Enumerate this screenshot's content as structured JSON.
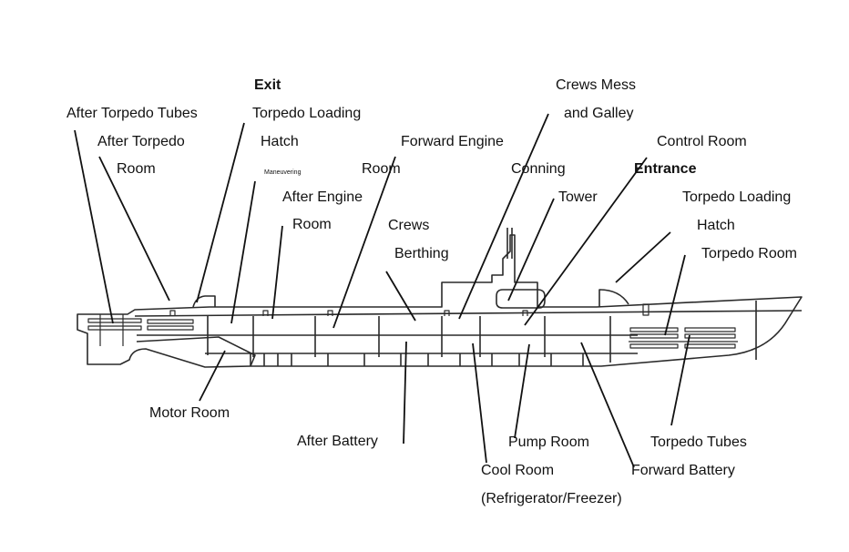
{
  "title": "Submarine Cutaway Diagram",
  "colors": {
    "line": "#111111",
    "hull": "#2a2a2a",
    "background": "#ffffff"
  },
  "labels": {
    "exit": "Exit",
    "after_torpedo_tubes": "After Torpedo Tubes",
    "after_torpedo_room_1": "After Torpedo",
    "after_torpedo_room_2": "Room",
    "aft_torpedo_loading_hatch_1": "Torpedo Loading",
    "aft_torpedo_loading_hatch_2": "Hatch",
    "maneuvering": "Maneuvering",
    "after_engine_room_1": "After Engine",
    "after_engine_room_2": "Room",
    "forward_engine_room_1": "Forward Engine",
    "forward_engine_room_2": "Room",
    "crews_berthing_1": "Crews",
    "crews_berthing_2": "Berthing",
    "crews_mess_1": "Crews Mess",
    "crews_mess_2": "and Galley",
    "conning_tower_1": "Conning",
    "conning_tower_2": "Tower",
    "control_room": "Control Room",
    "entrance": "Entrance",
    "fwd_torpedo_loading_hatch_1": "Torpedo Loading",
    "fwd_torpedo_loading_hatch_2": "Hatch",
    "torpedo_room": "Torpedo Room",
    "motor_room": "Motor Room",
    "after_battery": "After Battery",
    "pump_room": "Pump Room",
    "torpedo_tubes": "Torpedo Tubes",
    "cool_room_1": "Cool Room",
    "cool_room_2": "(Refrigerator/Freezer)",
    "forward_battery": "Forward Battery"
  }
}
